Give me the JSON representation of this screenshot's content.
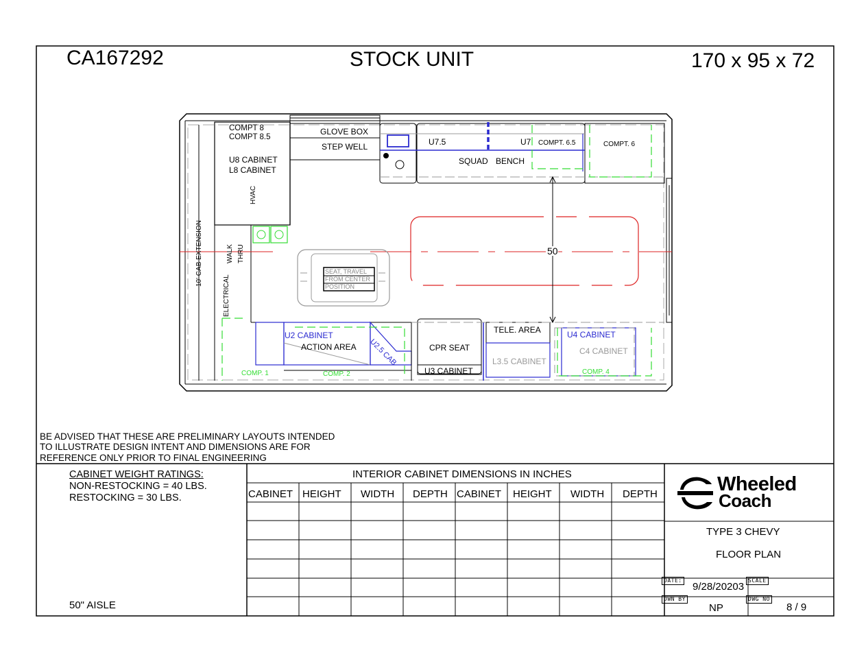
{
  "header": {
    "job_number": "CA167292",
    "title": "STOCK UNIT",
    "dimensions": "170 x 95 x 72"
  },
  "floorplan": {
    "labels": {
      "compt8": "COMPT 8",
      "compt85": "COMPT 8.5",
      "u8": "U8 CABINET",
      "l8": "L8 CABINET",
      "hvac": "HVAC",
      "glove_box": "GLOVE BOX",
      "step_well": "STEP WELL",
      "u75": "U7.5",
      "u7": "U7",
      "compt65": "COMPT. 6.5",
      "compt6": "COMPT. 6",
      "squad": "SQUAD",
      "bench": "BENCH",
      "cab_ext": "10' CAB EXTENSION",
      "walk": "WALK",
      "thru": "THRU",
      "electrical": "ELECTRICAL",
      "seat1": "SEAT, TRAVEL",
      "seat2": "FROM CENTER",
      "seat3": "POSITION",
      "aisle_dim": "50",
      "u2": "U2 CABINET",
      "action": "ACTION AREA",
      "u25": "U2.5 CAB",
      "cpr": "CPR SEAT",
      "u3": "U3 CABINET",
      "tele": "TELE. AREA",
      "l35": "L3.5 CABINET",
      "u4": "U4 CABINET",
      "c4": "C4 CABINET",
      "comp1": "COMP. 1",
      "comp2": "COMP. 2",
      "comp4": "COMP. 4"
    },
    "colors": {
      "blue": "#2a2ad0",
      "green": "#33dd33",
      "red": "#dd2222",
      "gray": "#999999"
    }
  },
  "disclaimer": [
    "BE ADVISED THAT THESE ARE PRELIMINARY LAYOUTS INTENDED",
    "TO ILLUSTRATE DESIGN INTENT AND DIMENSIONS  ARE FOR",
    "REFERENCE ONLY PRIOR TO FINAL ENGINEERING"
  ],
  "weights": {
    "title": "CABINET WEIGHT RATINGS:",
    "non_restocking": "NON-RESTOCKING = 40 LBS.",
    "restocking": "RESTOCKING = 30 LBS.",
    "aisle": "50\" AISLE"
  },
  "dimensions_table": {
    "title": "INTERIOR CABINET DIMENSIONS IN INCHES",
    "columns": [
      "CABINET",
      "HEIGHT",
      "WIDTH",
      "DEPTH",
      "CABINET",
      "HEIGHT",
      "WIDTH",
      "DEPTH"
    ]
  },
  "title_block": {
    "logo_line1": "Wheeled",
    "logo_line2": "Coach",
    "type": "TYPE 3 CHEVY",
    "plan": "FLOOR PLAN",
    "date_label": "DATE:",
    "date": "9/28/20203",
    "scale_label": "SCALE",
    "drawn_by_label": "DWN BY",
    "drawn_by": "NP",
    "dwg_no_label": "DWG NO",
    "dwg_no": "8 / 9"
  }
}
